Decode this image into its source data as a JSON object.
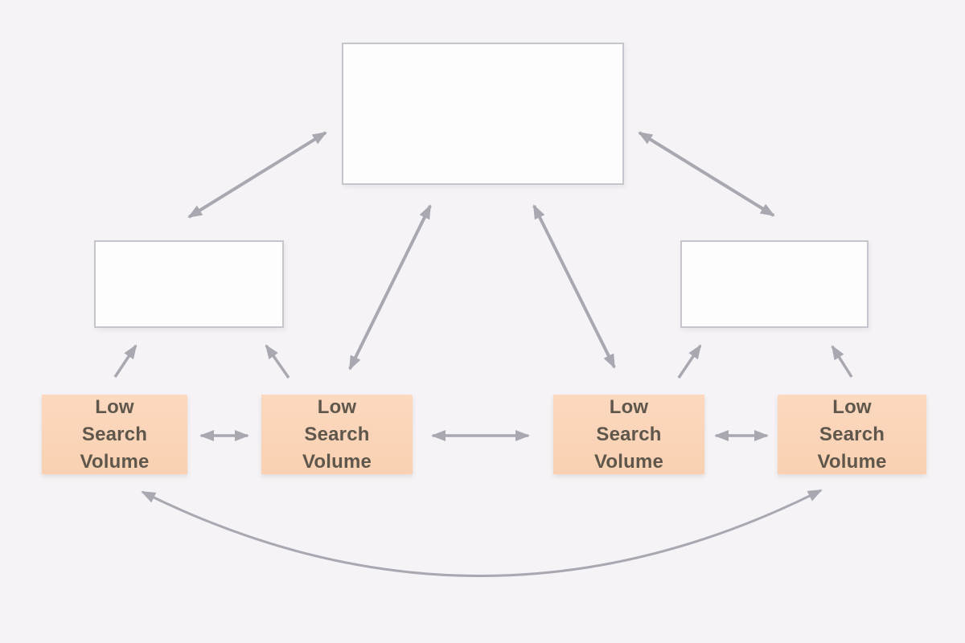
{
  "diagram": {
    "nodes": [
      {
        "id": "top-center",
        "label": ""
      },
      {
        "id": "mid-left",
        "label": ""
      },
      {
        "id": "mid-right",
        "label": ""
      },
      {
        "id": "bottom-1",
        "label": "Low Search Volume"
      },
      {
        "id": "bottom-2",
        "label": "Low Search Volume"
      },
      {
        "id": "bottom-3",
        "label": "Low Search Volume"
      },
      {
        "id": "bottom-4",
        "label": "Low Search Volume"
      }
    ],
    "connections": [
      {
        "from": "top-center",
        "to": "mid-left",
        "bidirectional": true,
        "style": "straight"
      },
      {
        "from": "top-center",
        "to": "mid-right",
        "bidirectional": true,
        "style": "straight"
      },
      {
        "from": "bottom-2",
        "to": "top-center",
        "bidirectional": true,
        "style": "straight"
      },
      {
        "from": "bottom-3",
        "to": "top-center",
        "bidirectional": true,
        "style": "straight"
      },
      {
        "from": "bottom-1",
        "to": "mid-left",
        "bidirectional": false,
        "style": "straight"
      },
      {
        "from": "bottom-2",
        "to": "mid-left",
        "bidirectional": false,
        "style": "straight"
      },
      {
        "from": "bottom-3",
        "to": "mid-right",
        "bidirectional": false,
        "style": "straight"
      },
      {
        "from": "bottom-4",
        "to": "mid-right",
        "bidirectional": false,
        "style": "straight"
      },
      {
        "from": "bottom-1",
        "to": "bottom-2",
        "bidirectional": true,
        "style": "straight"
      },
      {
        "from": "bottom-2",
        "to": "bottom-3",
        "bidirectional": true,
        "style": "straight"
      },
      {
        "from": "bottom-3",
        "to": "bottom-4",
        "bidirectional": true,
        "style": "straight"
      },
      {
        "from": "bottom-1",
        "to": "bottom-4",
        "bidirectional": true,
        "style": "curved"
      }
    ],
    "colors": {
      "background": "#f5f3f6",
      "empty_node_fill": "#fdfdfe",
      "empty_node_border": "#c6c5cd",
      "highlight_node_fill": "#fad4b8",
      "label_text": "#5f574c",
      "arrow": "#a9a8b1"
    }
  }
}
